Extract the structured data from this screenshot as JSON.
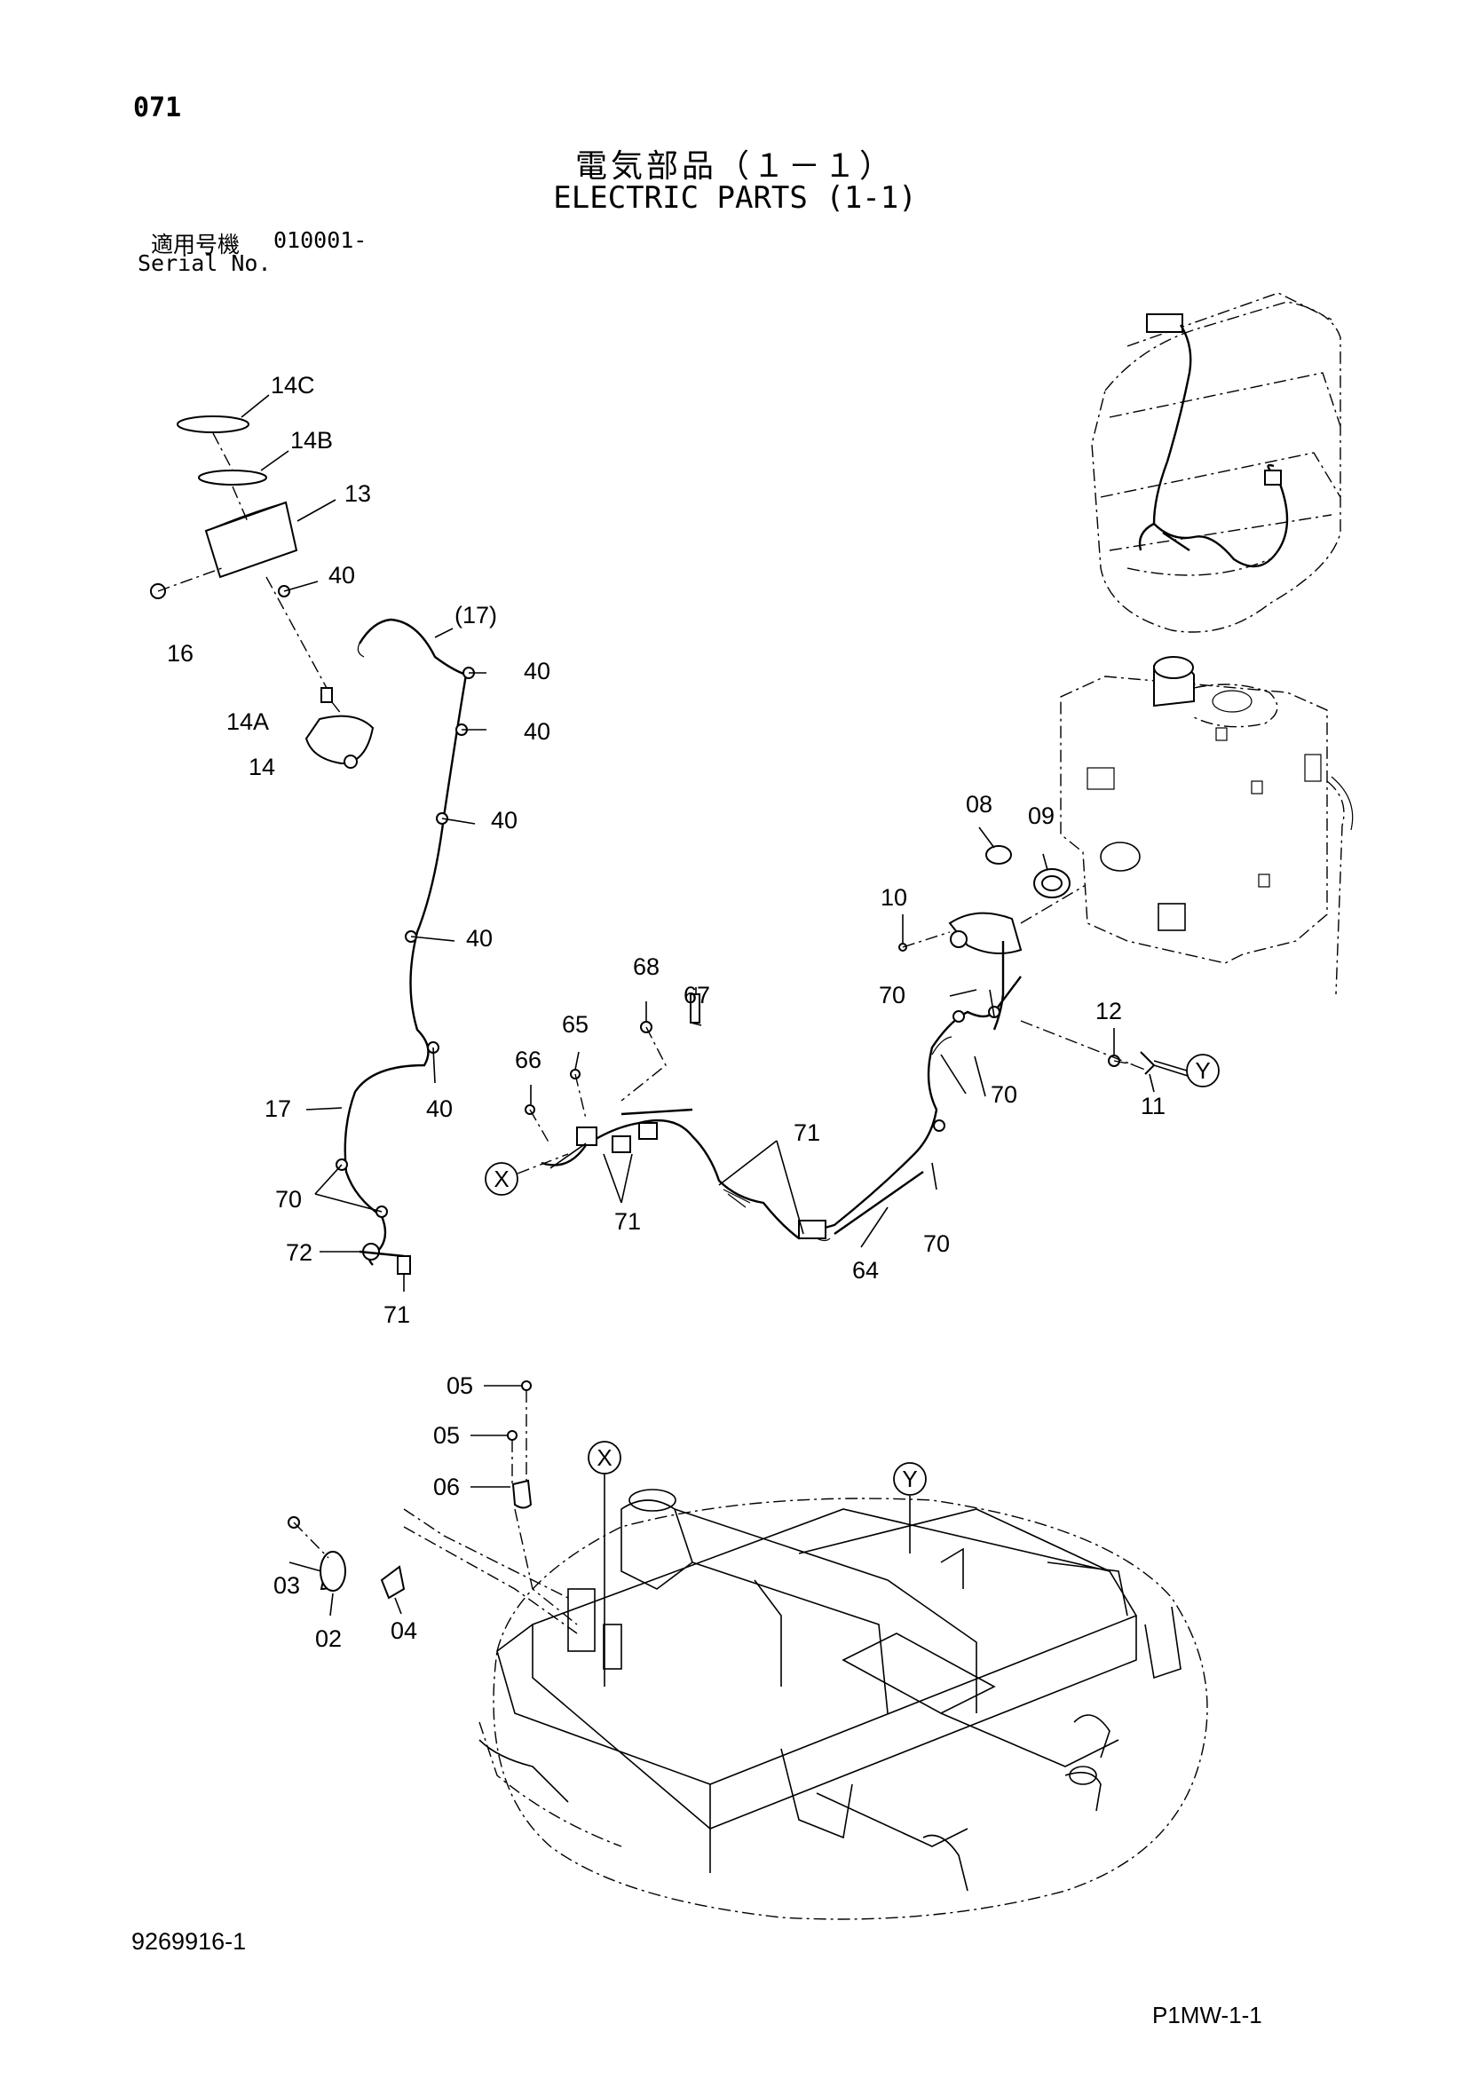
{
  "header": {
    "page_number": "071",
    "title_jp": "電気部品（１－１）",
    "title_en": "ELECTRIC PARTS (1-1)",
    "serial_label_jp": "適用号機",
    "serial_range": "010001-",
    "serial_label_en": "Serial No."
  },
  "footer": {
    "doc_number": "9269916-1",
    "page_code": "P1MW-1-1"
  },
  "callouts": {
    "c14C": "14C",
    "c14B": "14B",
    "c13": "13",
    "c40a": "40",
    "c16": "16",
    "c17top": "(17)",
    "c40b": "40",
    "c40c": "40",
    "c14A": "14A",
    "c14": "14",
    "c40d": "40",
    "c40e": "40",
    "c40f": "40",
    "c17": "17",
    "c70a": "70",
    "c72": "72",
    "c71a": "71",
    "cX1": "X",
    "c66": "66",
    "c65": "65",
    "c68": "68",
    "c67": "67",
    "c71b": "71",
    "c71c": "71",
    "c64": "64",
    "c70b": "70",
    "c70c": "70",
    "c70d": "70",
    "c08": "08",
    "c09": "09",
    "c10": "10",
    "c12": "12",
    "cY1": "Y",
    "c11": "11",
    "c05a": "05",
    "c05b": "05",
    "c06": "06",
    "c03": "03",
    "c02": "02",
    "c04": "04",
    "cX2": "X",
    "cY2": "Y"
  },
  "icons": [
    "work-light-icon",
    "wire-harness-icon",
    "fuel-tank-icon",
    "cab-icon",
    "upper-frame-icon",
    "horn-icon",
    "fuel-sensor-icon"
  ]
}
